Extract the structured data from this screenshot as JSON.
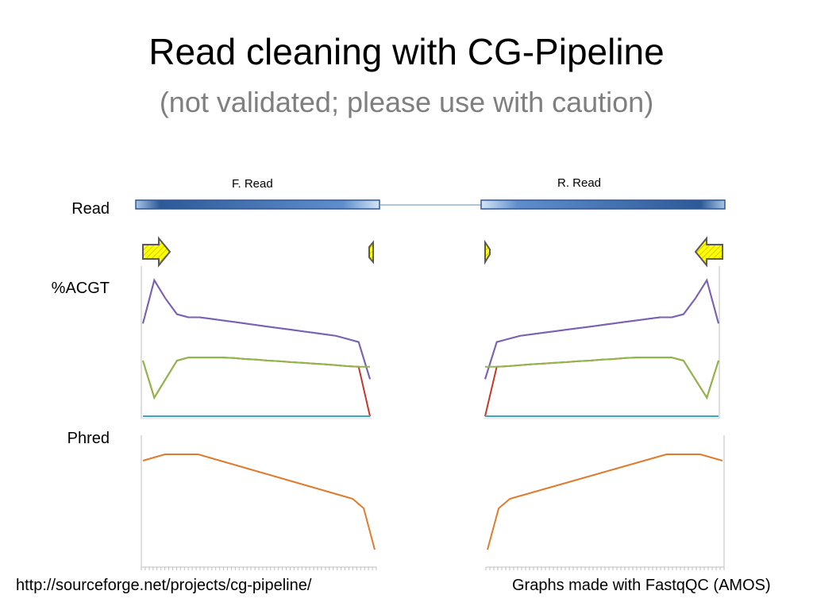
{
  "slide": {
    "title": "Read cleaning with CG-Pipeline",
    "subtitle": "(not validated; please use with caution)"
  },
  "labels": {
    "read_row": "Read",
    "acgt_row": "%ACGT",
    "phred_row": "Phred",
    "forward_read": "F. Read",
    "reverse_read": "R. Read"
  },
  "footer": {
    "url": "http://sourceforge.net/projects/cg-pipeline/",
    "credit": "Graphs made with FastqQC (AMOS)"
  },
  "colors": {
    "read_bar": "#4a7ab5",
    "arrow_fill": "#ffff00",
    "arrow_stroke": "#595959",
    "series_blue": "#4a8fd1",
    "series_purple": "#7e5fb2",
    "series_red": "#c0392b",
    "series_green": "#8fb84a",
    "series_cyan": "#3aa7c9",
    "phred_line": "#e07b2c"
  },
  "chart_data": [
    {
      "type": "line",
      "name": "forward-acgt",
      "series": [
        {
          "values": [
            30,
            44,
            38,
            33,
            32,
            32,
            31.5,
            31,
            30.5,
            30,
            29.5,
            29,
            28.5,
            28,
            27.5,
            27,
            26.5,
            26,
            25,
            24,
            12
          ]
        },
        {
          "values": [
            30,
            44,
            38,
            33,
            32,
            32,
            31.5,
            31,
            30.5,
            30,
            29.5,
            29,
            28.5,
            28,
            27.5,
            27,
            26.5,
            26,
            25,
            24,
            12
          ]
        },
        {
          "values": [
            18,
            6,
            12,
            18,
            19,
            19,
            19,
            19,
            18.8,
            18.5,
            18.3,
            18,
            17.8,
            17.5,
            17.3,
            17,
            16.8,
            16.5,
            16.2,
            16,
            0
          ]
        },
        {
          "values": [
            18,
            6,
            12,
            18,
            19,
            19,
            19,
            19,
            18.8,
            18.5,
            18.3,
            18,
            17.8,
            17.5,
            17.3,
            17,
            16.8,
            16.5,
            16.2,
            16,
            16
          ]
        },
        {
          "values": [
            0,
            0,
            0,
            0,
            0,
            0,
            0,
            0,
            0,
            0,
            0,
            0,
            0,
            0,
            0,
            0,
            0,
            0,
            0,
            0,
            0
          ]
        }
      ]
    },
    {
      "type": "line",
      "name": "reverse-acgt",
      "series": [
        {
          "values": [
            12,
            24,
            25,
            26,
            26.5,
            27,
            27.5,
            28,
            28.5,
            29,
            29.5,
            30,
            30.5,
            31,
            31.5,
            32,
            32,
            33,
            38,
            44,
            30
          ]
        },
        {
          "values": [
            12,
            24,
            25,
            26,
            26.5,
            27,
            27.5,
            28,
            28.5,
            29,
            29.5,
            30,
            30.5,
            31,
            31.5,
            32,
            32,
            33,
            38,
            44,
            30
          ]
        },
        {
          "values": [
            0,
            16,
            16.2,
            16.5,
            16.8,
            17,
            17.3,
            17.5,
            17.8,
            18,
            18.3,
            18.5,
            18.8,
            19,
            19,
            19,
            19,
            18,
            12,
            6,
            18
          ]
        },
        {
          "values": [
            16,
            16,
            16.2,
            16.5,
            16.8,
            17,
            17.3,
            17.5,
            17.8,
            18,
            18.3,
            18.5,
            18.8,
            19,
            19,
            19,
            19,
            18,
            12,
            6,
            18
          ]
        },
        {
          "values": [
            0,
            0,
            0,
            0,
            0,
            0,
            0,
            0,
            0,
            0,
            0,
            0,
            0,
            0,
            0,
            0,
            0,
            0,
            0,
            0,
            0
          ]
        }
      ]
    },
    {
      "type": "line",
      "name": "forward-phred",
      "series": [
        {
          "values": [
            33,
            34,
            35,
            35,
            35,
            35,
            34,
            33,
            32,
            31,
            30,
            29,
            28,
            27,
            26,
            25,
            24,
            23,
            22,
            21,
            18,
            5
          ]
        }
      ]
    },
    {
      "type": "line",
      "name": "reverse-phred",
      "series": [
        {
          "values": [
            5,
            18,
            21,
            22,
            23,
            24,
            25,
            26,
            27,
            28,
            29,
            30,
            31,
            32,
            33,
            34,
            35,
            35,
            35,
            35,
            34,
            33
          ]
        }
      ]
    }
  ]
}
